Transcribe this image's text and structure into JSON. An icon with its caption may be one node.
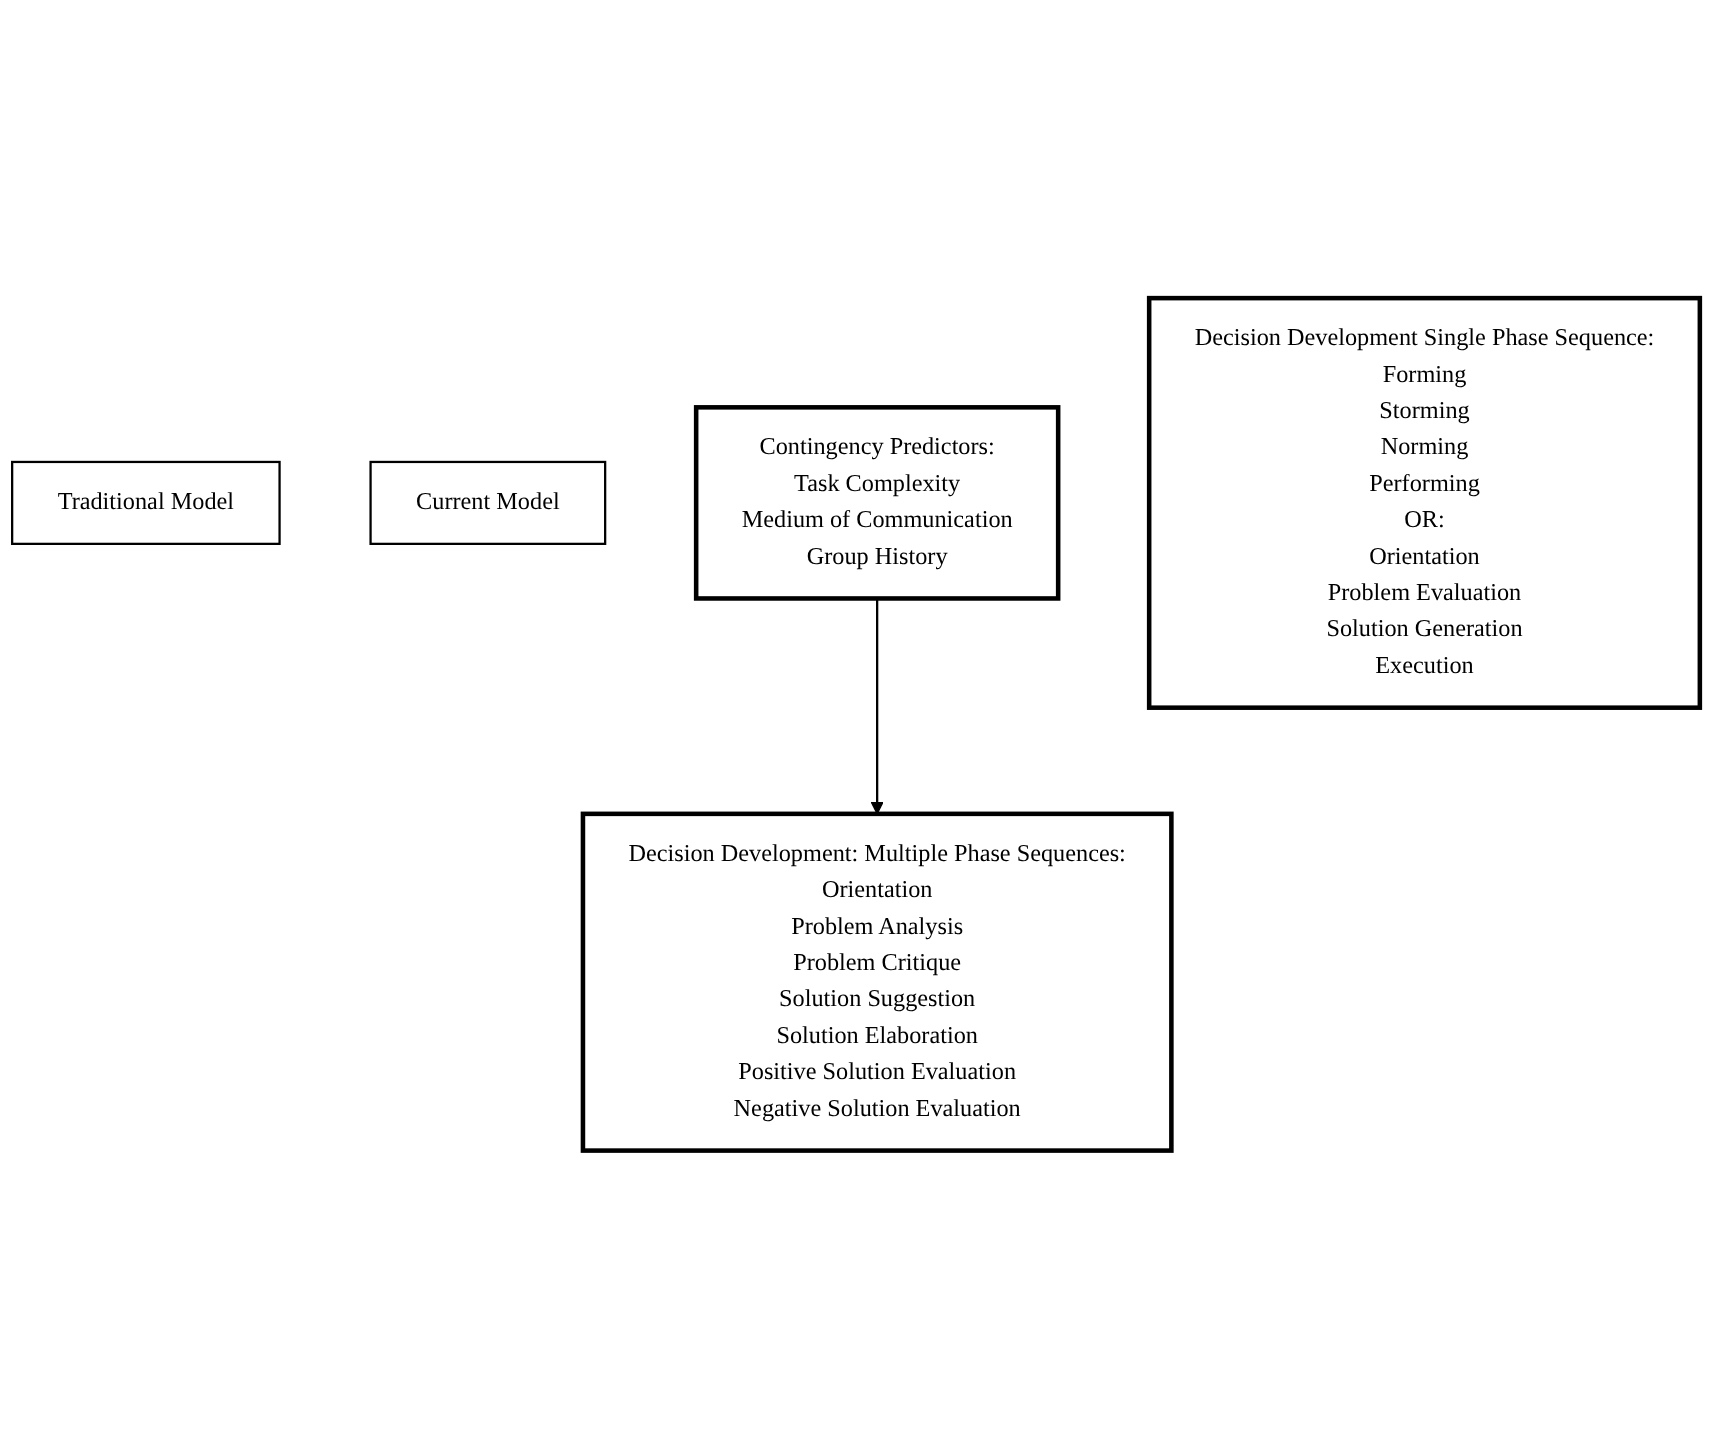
{
  "diagram": {
    "nodes": [
      {
        "text": [
          "Traditional Model"
        ]
      },
      {
        "text": [
          "Current Model"
        ]
      },
      {
        "text": [
          "Contingency Predictors:",
          "Task Complexity",
          "Medium of Communication",
          "Group History"
        ]
      },
      {
        "text": [
          "Decision Development Single Phase Sequence:",
          "Forming",
          "Storming",
          "Norming",
          "Performing",
          "OR:",
          "Orientation",
          "Problem Evaluation",
          "Solution Generation",
          "Execution"
        ]
      },
      {
        "text": [
          "Decision Development: Multiple Phase Sequences:",
          "Orientation",
          "Problem Analysis",
          "Problem Critique",
          "Solution Suggestion",
          "Solution Elaboration",
          "Positive Solution Evaluation",
          "Negative Solution Evaluation"
        ]
      }
    ],
    "edges": [
      {
        "from": 2,
        "to": 4,
        "arrow": "to"
      }
    ]
  }
}
